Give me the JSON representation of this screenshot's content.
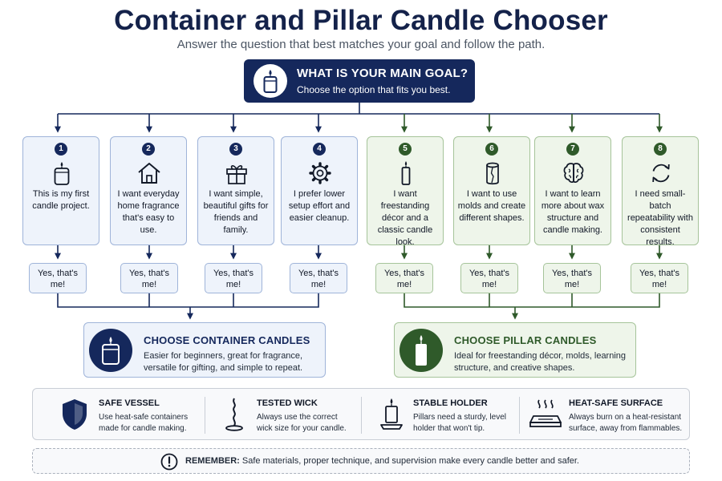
{
  "title": "Container and Pillar Candle Chooser",
  "subtitle": "Answer the question that best matches your goal and follow the path.",
  "goal": {
    "title": "WHAT IS YOUR MAIN GOAL?",
    "subtitle": "Choose the option that fits you best.",
    "icon": "candle-jar-icon"
  },
  "options": [
    {
      "number": "1",
      "text": "This is my first candle project.",
      "icon": "candle-jar-icon",
      "path": "container"
    },
    {
      "number": "2",
      "text": "I want everyday home fragrance that's easy to use.",
      "icon": "house-icon",
      "path": "container"
    },
    {
      "number": "3",
      "text": "I want simple, beautiful gifts for friends and family.",
      "icon": "gift-icon",
      "path": "container"
    },
    {
      "number": "4",
      "text": "I prefer lower setup effort and easier cleanup.",
      "icon": "gear-icon",
      "path": "container"
    },
    {
      "number": "5",
      "text": "I want freestanding décor and a classic candle look.",
      "icon": "pillar-candle-icon",
      "path": "pillar"
    },
    {
      "number": "6",
      "text": "I want to use molds and create different shapes.",
      "icon": "mold-icon",
      "path": "pillar"
    },
    {
      "number": "7",
      "text": "I want to learn more about wax structure and candle making.",
      "icon": "brain-icon",
      "path": "pillar"
    },
    {
      "number": "8",
      "text": "I need small-batch repeatability with consistent results.",
      "icon": "repeat-icon",
      "path": "pillar"
    }
  ],
  "yes_label": "Yes, that's me!",
  "results": {
    "container": {
      "title": "CHOOSE CONTAINER CANDLES",
      "description": "Easier for beginners, great for fragrance, versatile for gifting, and simple to repeat."
    },
    "pillar": {
      "title": "CHOOSE PILLAR CANDLES",
      "description": "Ideal for freestanding décor, molds, learning structure, and creative shapes."
    }
  },
  "safety": [
    {
      "title": "SAFE VESSEL",
      "line1": "Use heat-safe containers",
      "line2": "made for candle making.",
      "icon": "shield-icon"
    },
    {
      "title": "TESTED WICK",
      "line1": "Always use the correct",
      "line2": "wick size for your candle.",
      "icon": "wick-icon"
    },
    {
      "title": "STABLE HOLDER",
      "line1": "Pillars need a sturdy, level",
      "line2": "holder that won't tip.",
      "icon": "candle-holder-icon"
    },
    {
      "title": "HEAT-SAFE SURFACE",
      "line1": "Always burn on a heat-resistant",
      "line2": "surface, away from flammables.",
      "icon": "heat-surface-icon"
    }
  ],
  "reminder": {
    "label": "REMEMBER:",
    "text": "Safe materials, proper technique, and supervision make every candle better and safer.",
    "icon": "exclamation-icon"
  },
  "colors": {
    "navy": "#15285c",
    "green": "#2f5a2a",
    "blue_bg": "#eef3fb",
    "green_bg": "#eef5ea"
  }
}
